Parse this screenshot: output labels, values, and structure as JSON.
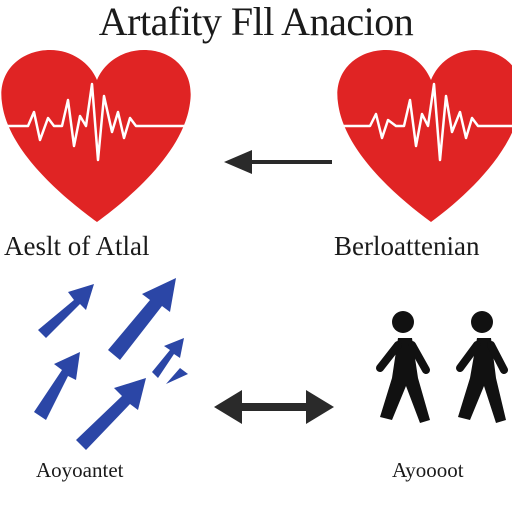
{
  "title": "Artafity Fll Anacion",
  "labels": {
    "top_left": "Aeslt of Atlal",
    "top_right": "Berloattenian",
    "bottom_left": "Aoyoantet",
    "bottom_right": "Ayoooot"
  },
  "colors": {
    "heart": "#e02424",
    "ecg_line": "#ffffff",
    "arrows": "#2b46a6",
    "connector": "#2a2a2a",
    "figures": "#111111"
  },
  "icons": [
    "heart-icon",
    "heart-icon",
    "arrow-left-icon",
    "up-arrows-icon",
    "double-arrow-icon",
    "walking-people-icon"
  ]
}
